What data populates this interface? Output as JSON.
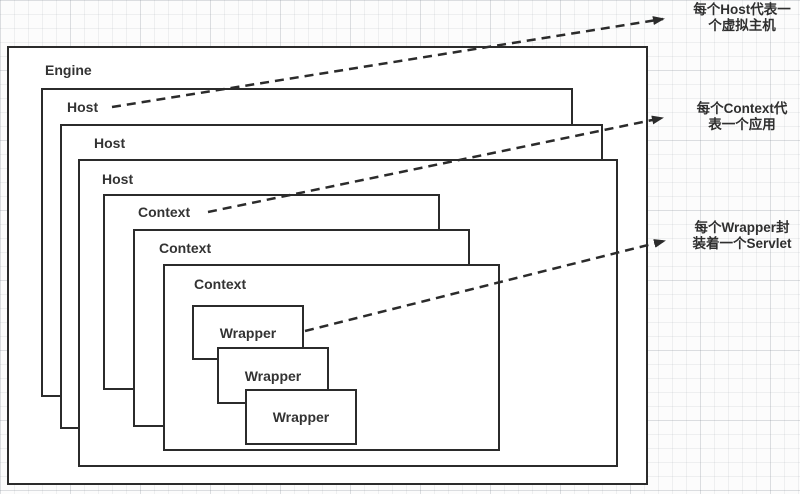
{
  "diagram": {
    "engine": {
      "label": "Engine"
    },
    "hosts": [
      {
        "label": "Host"
      },
      {
        "label": "Host"
      },
      {
        "label": "Host"
      }
    ],
    "contexts": [
      {
        "label": "Context"
      },
      {
        "label": "Context"
      },
      {
        "label": "Context"
      }
    ],
    "wrappers": [
      {
        "label": "Wrapper"
      },
      {
        "label": "Wrapper"
      },
      {
        "label": "Wrapper"
      }
    ],
    "annotations": [
      {
        "line1": "每个Host代表一",
        "line2": "个虚拟主机"
      },
      {
        "line1": "每个Context代",
        "line2": "表一个应用"
      },
      {
        "line1": "每个Wrapper封",
        "line2": "装着一个Servlet"
      }
    ],
    "colors": {
      "border": "#2b2b2b",
      "text": "#333333",
      "box_fill": "#ffffff",
      "grid_background": "#fcfcfc"
    }
  }
}
